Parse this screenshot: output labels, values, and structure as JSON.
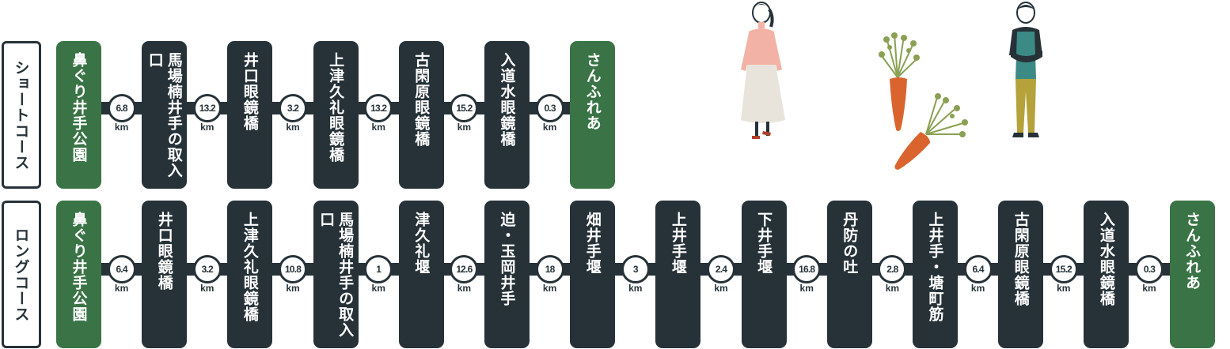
{
  "unit": "km",
  "courses": [
    {
      "id": "short",
      "label": "ショートコース",
      "stops": [
        "鼻ぐり井手公園",
        "馬場楠井手の取入口",
        "井口眼鏡橋",
        "上津久礼眼鏡橋",
        "古閑原眼鏡橋",
        "入道水眼鏡橋",
        "さんふれあ"
      ],
      "distances": [
        "6.8",
        "13.2",
        "3.2",
        "13.2",
        "15.2",
        "0.3"
      ]
    },
    {
      "id": "long",
      "label": "ロングコース",
      "stops": [
        "鼻ぐり井手公園",
        "井口眼鏡橋",
        "上津久礼眼鏡橋",
        "馬場楠井手の取入口",
        "津久礼堰",
        "迫・玉岡井手",
        "畑井手堰",
        "上井手堰",
        "下井手堰",
        "丹防の吐",
        "上井手・塘町筋",
        "古閑原眼鏡橋",
        "入道水眼鏡橋",
        "さんふれあ"
      ],
      "distances": [
        "6.4",
        "3.2",
        "10.8",
        "1",
        "12.6",
        "18",
        "3",
        "2.4",
        "16.8",
        "2.8",
        "6.4",
        "15.2",
        "0.3"
      ]
    }
  ],
  "colors": {
    "dark": "#263238",
    "green": "#3a7446",
    "white": "#ffffff"
  },
  "illustrations": [
    "woman-figure",
    "carrot-upright",
    "carrot-lying",
    "man-figure"
  ]
}
